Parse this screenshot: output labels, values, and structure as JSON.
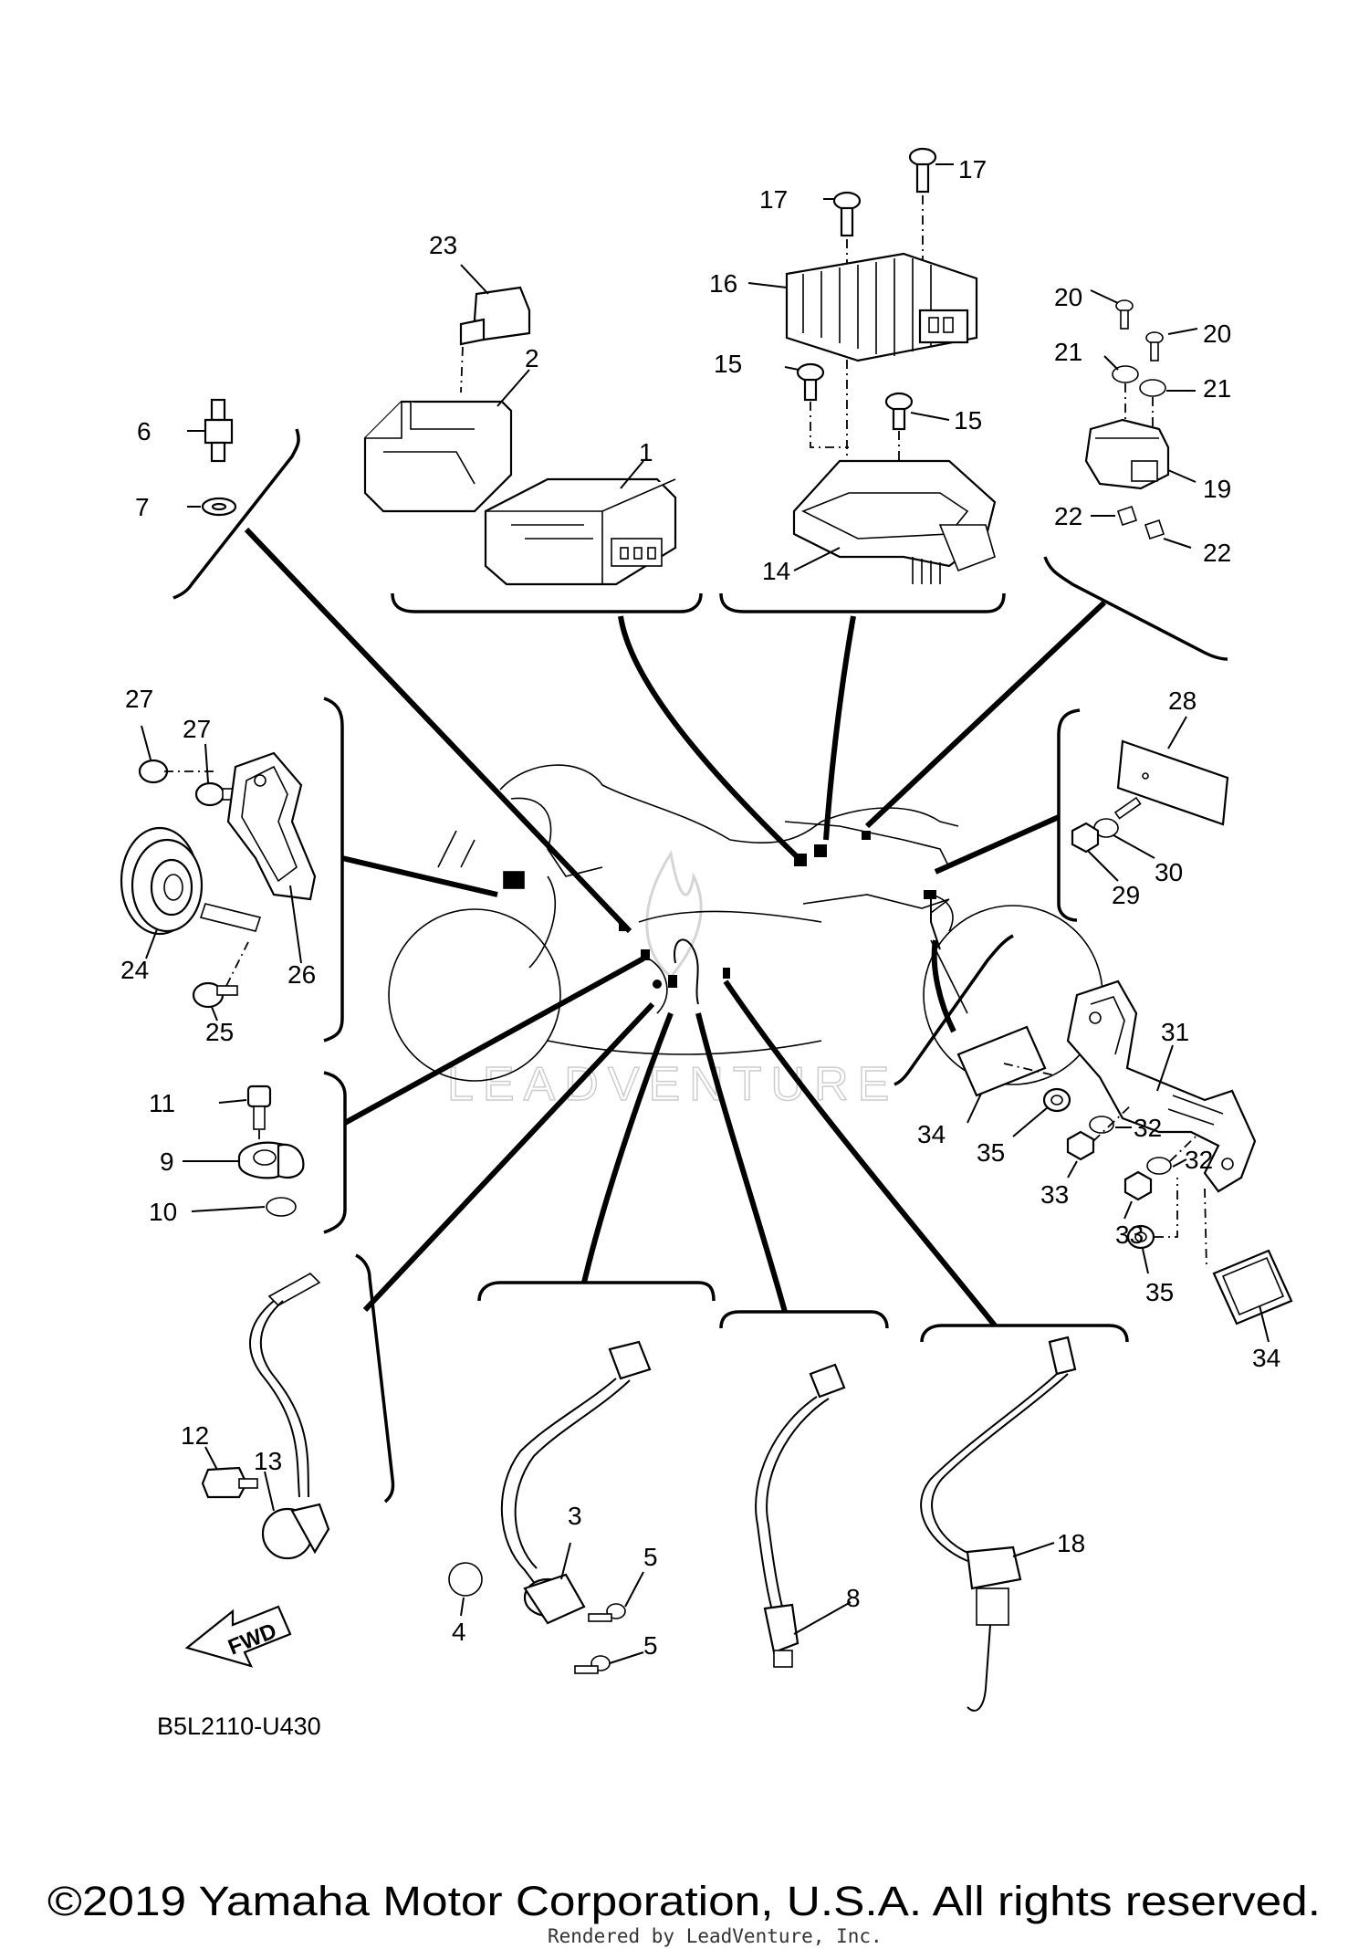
{
  "diagram": {
    "code": "B5L2110-U430",
    "copyright": "©2019 Yamaha Motor Corporation, U.S.A. All rights reserved.",
    "rendered_by": "Rendered by LeadVenture, Inc.",
    "watermark": "LEADVENTURE",
    "fwd_label": "FWD"
  },
  "callouts": [
    {
      "id": "c1",
      "text": "1"
    },
    {
      "id": "c2",
      "text": "2"
    },
    {
      "id": "c3",
      "text": "3"
    },
    {
      "id": "c4",
      "text": "4"
    },
    {
      "id": "c5a",
      "text": "5"
    },
    {
      "id": "c5b",
      "text": "5"
    },
    {
      "id": "c6",
      "text": "6"
    },
    {
      "id": "c7",
      "text": "7"
    },
    {
      "id": "c8",
      "text": "8"
    },
    {
      "id": "c9",
      "text": "9"
    },
    {
      "id": "c10",
      "text": "10"
    },
    {
      "id": "c11",
      "text": "11"
    },
    {
      "id": "c12",
      "text": "12"
    },
    {
      "id": "c13",
      "text": "13"
    },
    {
      "id": "c14",
      "text": "14"
    },
    {
      "id": "c15a",
      "text": "15"
    },
    {
      "id": "c15b",
      "text": "15"
    },
    {
      "id": "c16",
      "text": "16"
    },
    {
      "id": "c17a",
      "text": "17"
    },
    {
      "id": "c17b",
      "text": "17"
    },
    {
      "id": "c18",
      "text": "18"
    },
    {
      "id": "c19",
      "text": "19"
    },
    {
      "id": "c20a",
      "text": "20"
    },
    {
      "id": "c20b",
      "text": "20"
    },
    {
      "id": "c21a",
      "text": "21"
    },
    {
      "id": "c21b",
      "text": "21"
    },
    {
      "id": "c22a",
      "text": "22"
    },
    {
      "id": "c22b",
      "text": "22"
    },
    {
      "id": "c23",
      "text": "23"
    },
    {
      "id": "c24",
      "text": "24"
    },
    {
      "id": "c25",
      "text": "25"
    },
    {
      "id": "c26",
      "text": "26"
    },
    {
      "id": "c27a",
      "text": "27"
    },
    {
      "id": "c27b",
      "text": "27"
    },
    {
      "id": "c28",
      "text": "28"
    },
    {
      "id": "c29",
      "text": "29"
    },
    {
      "id": "c30",
      "text": "30"
    },
    {
      "id": "c31",
      "text": "31"
    },
    {
      "id": "c32a",
      "text": "32"
    },
    {
      "id": "c32b",
      "text": "32"
    },
    {
      "id": "c33a",
      "text": "33"
    },
    {
      "id": "c33b",
      "text": "33"
    },
    {
      "id": "c34a",
      "text": "34"
    },
    {
      "id": "c34b",
      "text": "34"
    },
    {
      "id": "c35a",
      "text": "35"
    },
    {
      "id": "c35b",
      "text": "35"
    }
  ]
}
